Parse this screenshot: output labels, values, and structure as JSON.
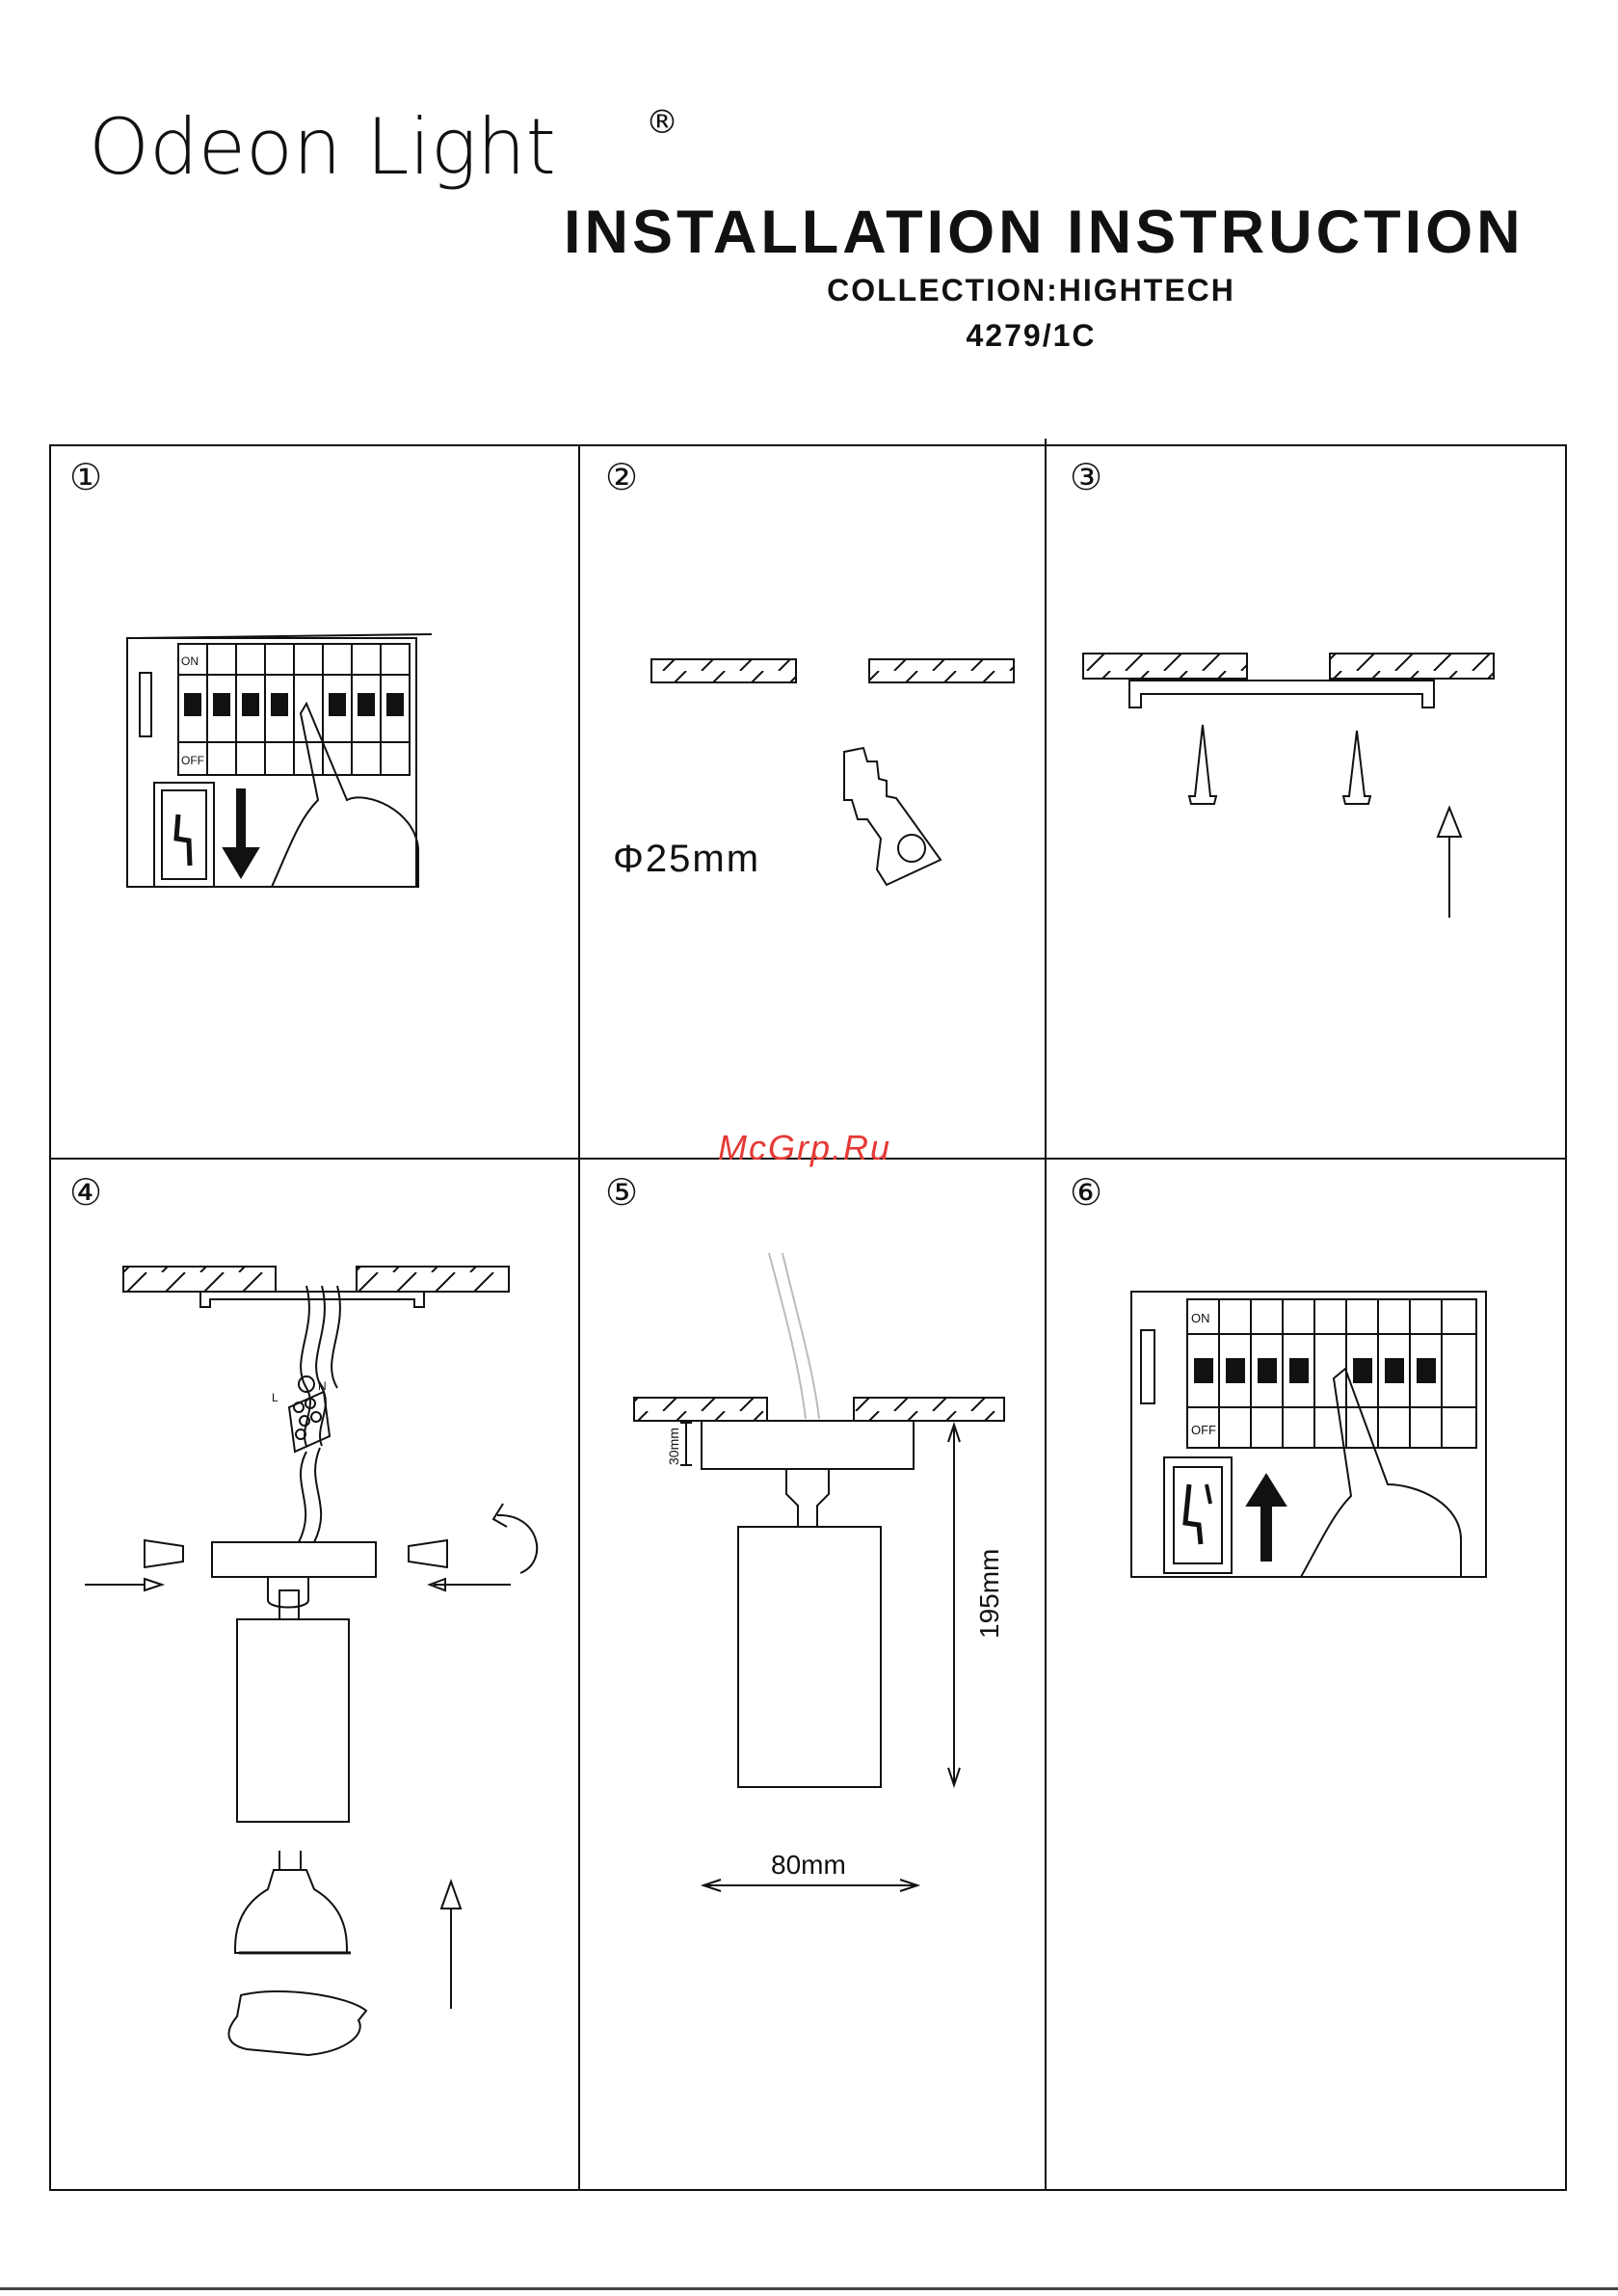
{
  "brand": {
    "name": "Odeon Light",
    "mark": "®"
  },
  "header": {
    "title": "INSTALLATION  INSTRUCTION",
    "collection": "COLLECTION:HIGHTECH",
    "model": "4279/1C"
  },
  "steps": [
    {
      "number": "①"
    },
    {
      "number": "②",
      "hole_diameter": "Φ25mm"
    },
    {
      "number": "③"
    },
    {
      "number": "④",
      "wire_labels": [
        "L",
        "N"
      ]
    },
    {
      "number": "⑤",
      "dim_depth": "30mm",
      "dim_height": "195mm",
      "dim_width": "80mm"
    },
    {
      "number": "⑥"
    }
  ],
  "breaker_labels": {
    "on": "ON",
    "off": "OFF"
  },
  "watermark": "McGrp.Ru"
}
